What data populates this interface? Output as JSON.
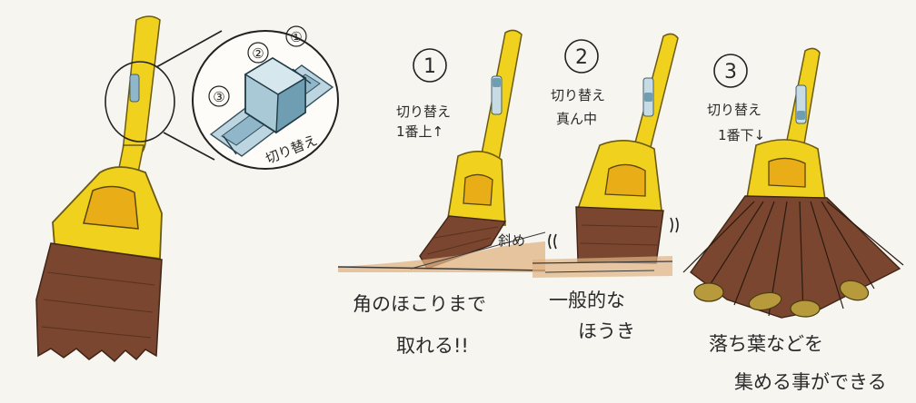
{
  "diagram": {
    "zoom_detail": {
      "positions": [
        "①",
        "②",
        "③"
      ],
      "label": "切り替え"
    },
    "panels": [
      {
        "number": "1",
        "note_line1": "切り替え",
        "note_line2": "1番上↑",
        "side_label": "斜め"
      },
      {
        "number": "2",
        "note_line1": "切り替え",
        "note_line2": "真ん中",
        "side_label": ""
      },
      {
        "number": "3",
        "note_line1": "切り替え",
        "note_line2": "1番下↓",
        "side_label": ""
      }
    ],
    "captions": [
      {
        "line1": "角のほこりまで",
        "line2": "取れる!!"
      },
      {
        "line1": "一般的な",
        "line2": "ほうき"
      },
      {
        "line1": "落ち葉などを",
        "line2": "集める事ができる"
      }
    ]
  },
  "colors": {
    "handle_yellow": "#f0d21e",
    "bristle_brown": "#7a4630",
    "selector_blue": "#8fb7c9",
    "floor_tan": "#e0b383",
    "leaf_olive": "#b79a3c"
  }
}
